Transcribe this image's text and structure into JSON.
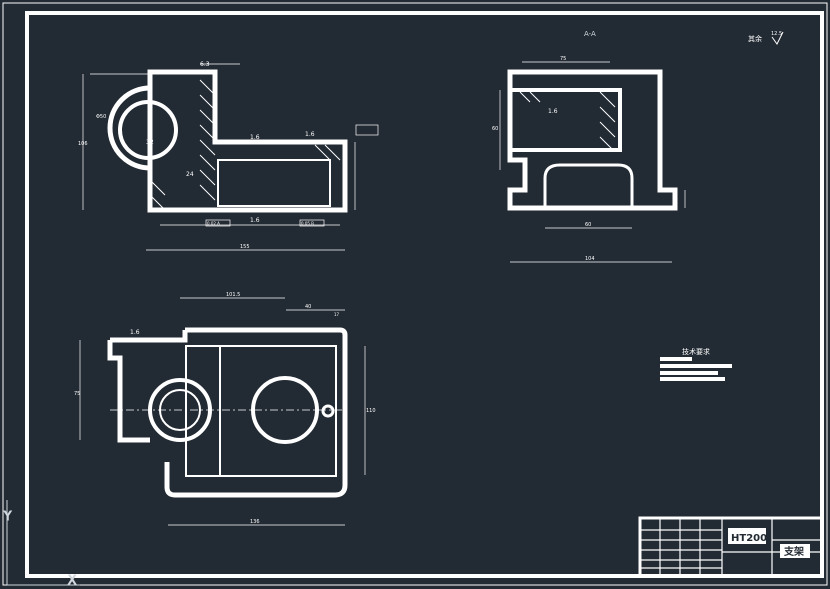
{
  "drawing": {
    "section_label": "A-A",
    "remainder_label": "其余",
    "roughness_default": "12.5",
    "tech_title": "技术要求",
    "title_block_material": "HT200",
    "title_block_name": "支架"
  },
  "dimensions": {
    "front": {
      "r_roughness_top": "6.3",
      "finish_mid": "1.6",
      "finish_right": "1.6",
      "finish_bottom": "1.6",
      "circle_dia": "32",
      "wall": "24",
      "left_dia": "Φ50",
      "overall_width": "155",
      "height": "106",
      "tol_note_1": "0.02 A",
      "tol_note_2": "0.05 B"
    },
    "section": {
      "top_width": "75",
      "roughness": "1.6",
      "bottom_width": "104",
      "inner_width": "60",
      "height": "60"
    },
    "plan": {
      "finish": "1.6",
      "top_width": "101.5",
      "right_width": "40",
      "right_small": "17",
      "overall": "136",
      "height": "75",
      "height_r": "110"
    }
  }
}
